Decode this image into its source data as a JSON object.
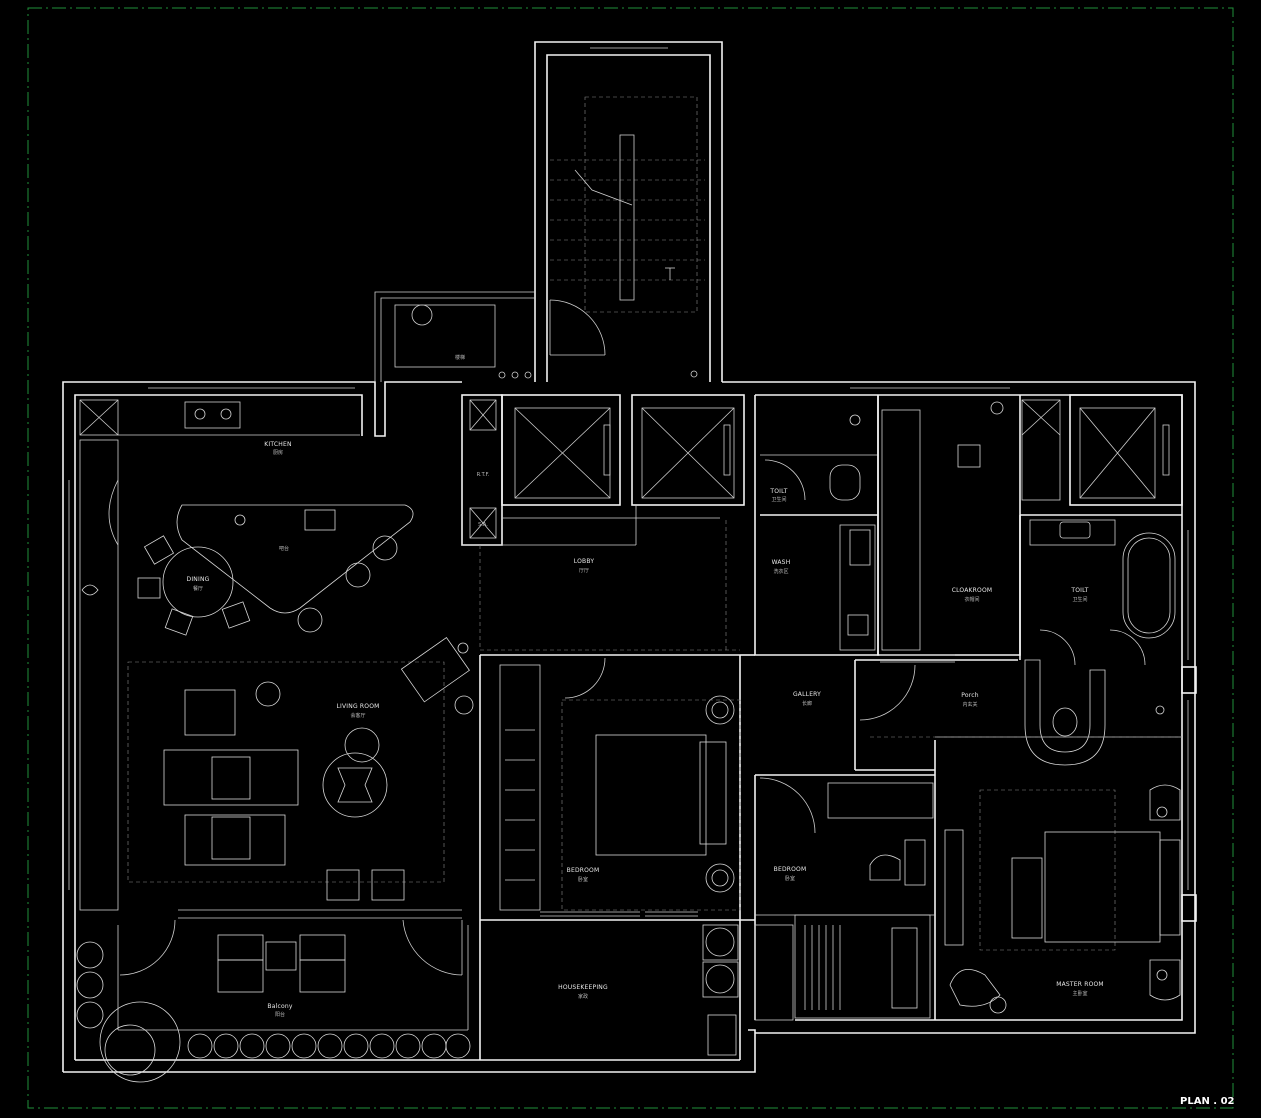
{
  "drawing": {
    "title": "PLAN . 02",
    "colors": {
      "background": "#000000",
      "wall": "#f2f2f2",
      "frame": "#1f8f3a"
    }
  },
  "rooms": {
    "kitchen": {
      "en": "KITCHEN",
      "cn": "厨房"
    },
    "island": {
      "cn": "吧台"
    },
    "dining": {
      "en": "DINING",
      "cn": "餐厅"
    },
    "living": {
      "en": "LIVING ROOM",
      "cn": "会客厅"
    },
    "balcony": {
      "en": "Balcony",
      "cn": "阳台"
    },
    "lobby": {
      "en": "LOBBY",
      "cn": "厅厅"
    },
    "toilet1": {
      "en": "TOILT",
      "cn": "卫生间"
    },
    "wash": {
      "en": "WASH",
      "cn": "洗衣区"
    },
    "gallery": {
      "en": "GALLERY",
      "cn": "长廊"
    },
    "bedroom1": {
      "en": "BEDROOM",
      "cn": "卧室"
    },
    "bedroom2": {
      "en": "BEDROOM",
      "cn": "卧室"
    },
    "housekeeping": {
      "en": "HOUSEKEEPING",
      "cn": "家政"
    },
    "cloakroom": {
      "en": "CLOAKROOM",
      "cn": "衣帽间"
    },
    "toilet2": {
      "en": "TOILT",
      "cn": "卫生间"
    },
    "porch": {
      "en": "Porch",
      "cn": "内玄关"
    },
    "master": {
      "en": "MASTER ROOM",
      "cn": "主卧室"
    },
    "rtf": {
      "en": "R.T.F."
    },
    "sa": {
      "en": "S.A."
    },
    "stair_top": {
      "cn": "楼梯"
    }
  }
}
